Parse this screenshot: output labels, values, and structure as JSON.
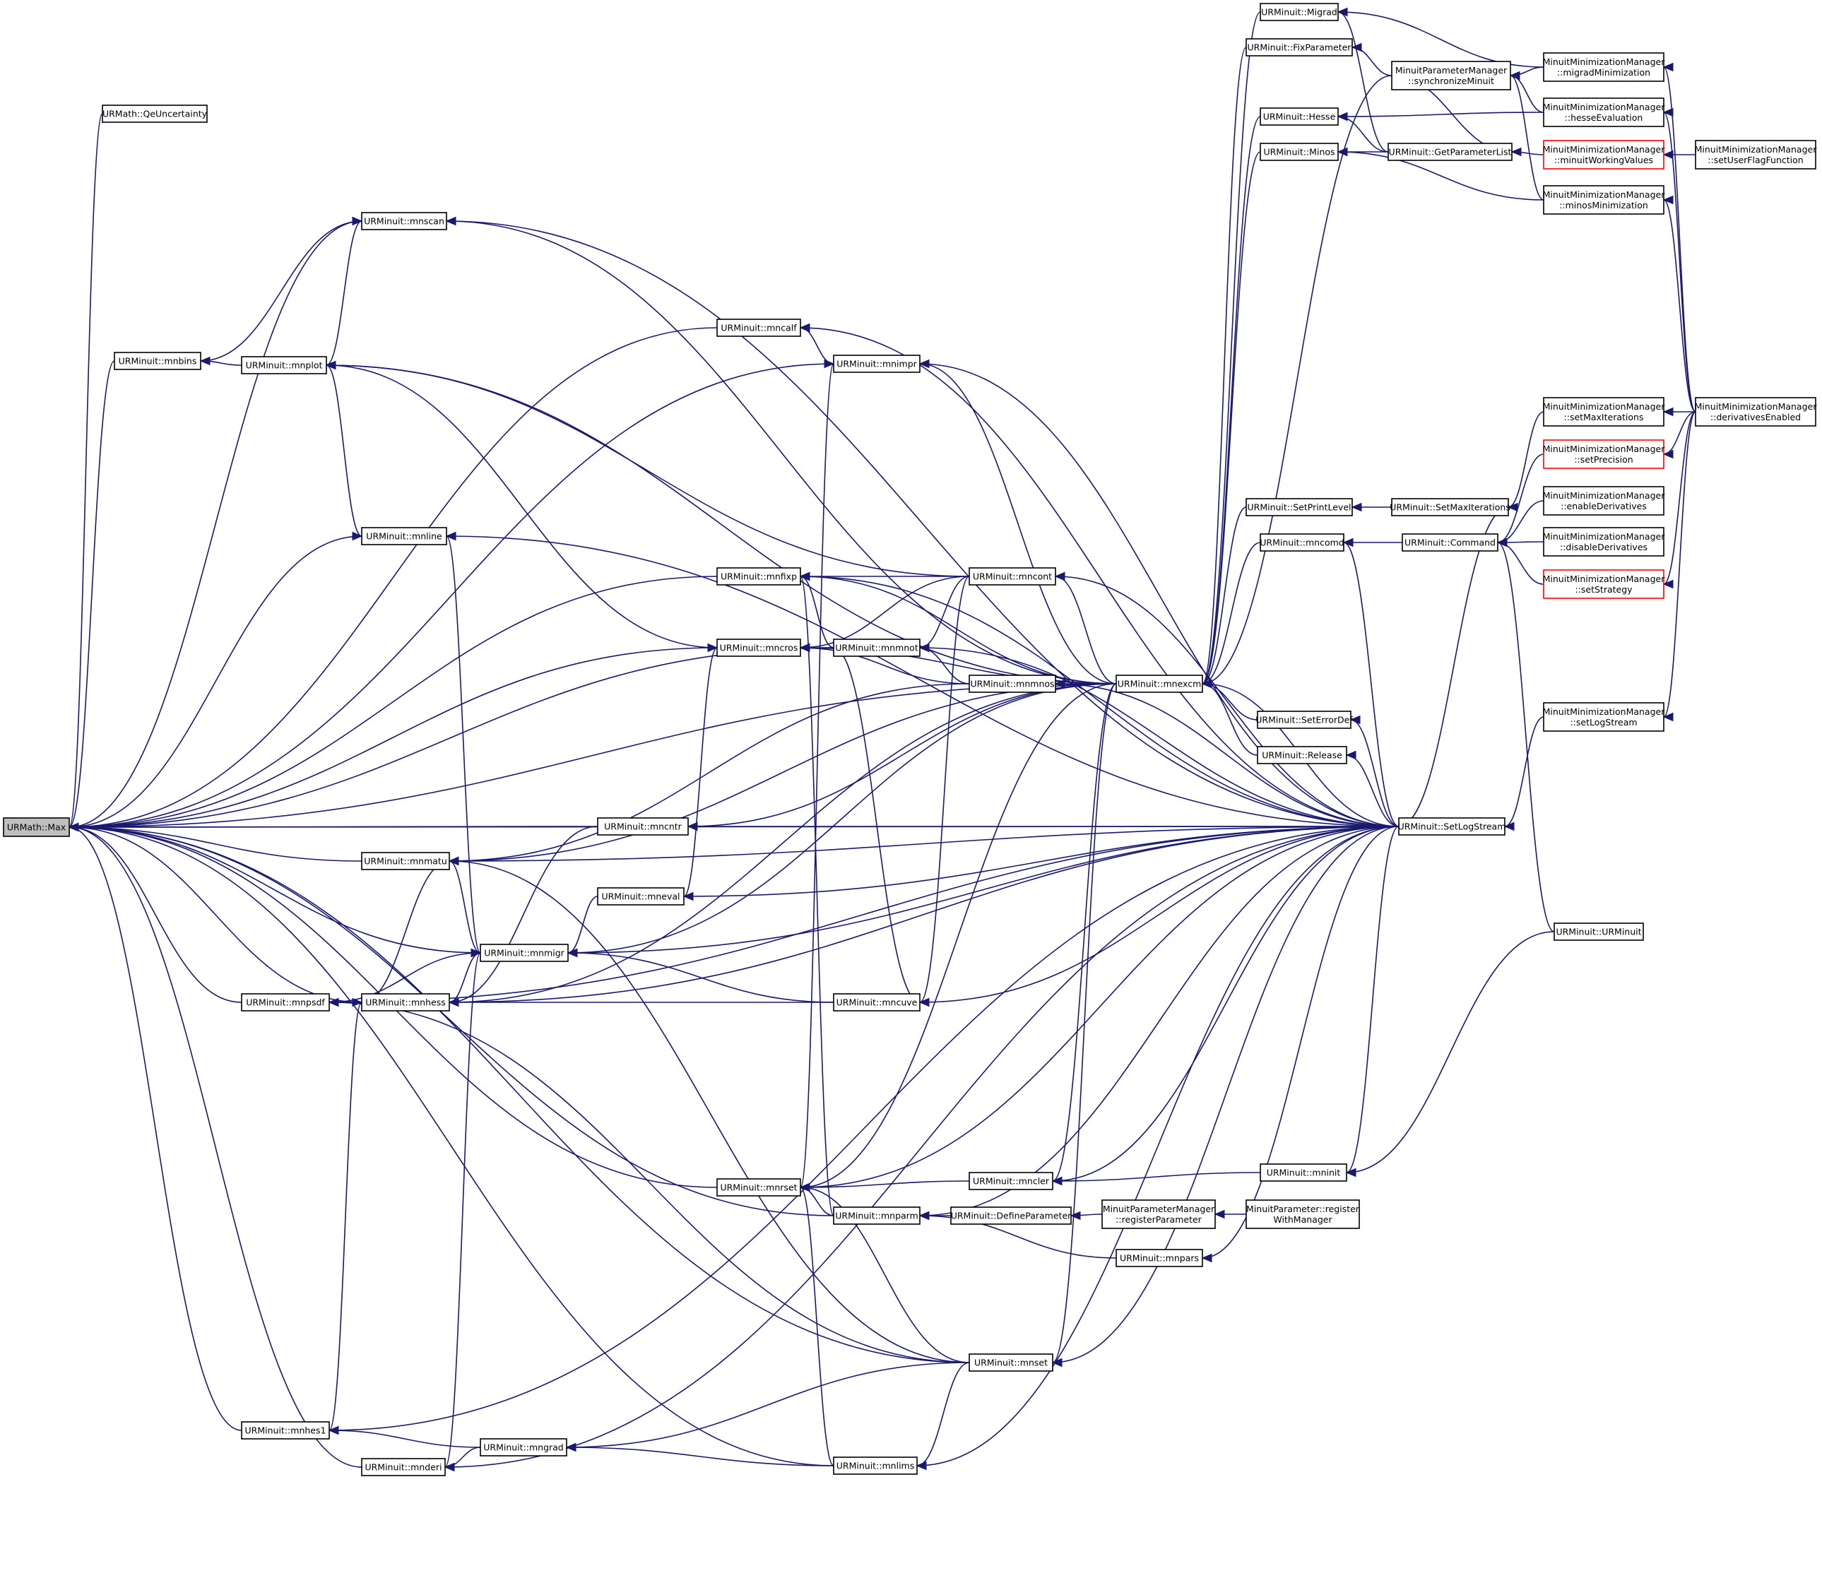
{
  "diagram": {
    "type": "call-graph",
    "colors": {
      "edge": "#191970",
      "node_border": "#000000",
      "root_fill": "#bfbfbf",
      "highlight_border": "#ff0000"
    },
    "nodes": [
      {
        "id": "max",
        "lines": [
          "URMath::Max"
        ],
        "root": true
      },
      {
        "id": "qe",
        "lines": [
          "URMath::QeUncertainty"
        ]
      },
      {
        "id": "mnscan",
        "lines": [
          "URMinuit::mnscan"
        ]
      },
      {
        "id": "mnbins",
        "lines": [
          "URMinuit::mnbins"
        ]
      },
      {
        "id": "mnplot",
        "lines": [
          "URMinuit::mnplot"
        ]
      },
      {
        "id": "mnline",
        "lines": [
          "URMinuit::mnline"
        ]
      },
      {
        "id": "mnmatu",
        "lines": [
          "URMinuit::mnmatu"
        ]
      },
      {
        "id": "mnmigr",
        "lines": [
          "URMinuit::mnmigr"
        ]
      },
      {
        "id": "mnpsdf",
        "lines": [
          "URMinuit::mnpsdf"
        ]
      },
      {
        "id": "mnhess",
        "lines": [
          "URMinuit::mnhess"
        ]
      },
      {
        "id": "mnhes1",
        "lines": [
          "URMinuit::mnhes1"
        ]
      },
      {
        "id": "mnderi",
        "lines": [
          "URMinuit::mnderi"
        ]
      },
      {
        "id": "mngrad",
        "lines": [
          "URMinuit::mngrad"
        ]
      },
      {
        "id": "mncalf",
        "lines": [
          "URMinuit::mncalf"
        ]
      },
      {
        "id": "mnimpr",
        "lines": [
          "URMinuit::mnimpr"
        ]
      },
      {
        "id": "mnfixp",
        "lines": [
          "URMinuit::mnfixp"
        ]
      },
      {
        "id": "mncros",
        "lines": [
          "URMinuit::mncros"
        ]
      },
      {
        "id": "mncntr",
        "lines": [
          "URMinuit::mncntr"
        ]
      },
      {
        "id": "mneval",
        "lines": [
          "URMinuit::mneval"
        ]
      },
      {
        "id": "mnrset",
        "lines": [
          "URMinuit::mnrset"
        ]
      },
      {
        "id": "mnparm",
        "lines": [
          "URMinuit::mnparm"
        ]
      },
      {
        "id": "mncuve",
        "lines": [
          "URMinuit::mncuve"
        ]
      },
      {
        "id": "mnmnot",
        "lines": [
          "URMinuit::mnmnot"
        ]
      },
      {
        "id": "mncont",
        "lines": [
          "URMinuit::mncont"
        ]
      },
      {
        "id": "mnmnos",
        "lines": [
          "URMinuit::mnmnos"
        ]
      },
      {
        "id": "mncler",
        "lines": [
          "URMinuit::mncler"
        ]
      },
      {
        "id": "mnset",
        "lines": [
          "URMinuit::mnset"
        ]
      },
      {
        "id": "mnlims",
        "lines": [
          "URMinuit::mnlims"
        ]
      },
      {
        "id": "defpar",
        "lines": [
          "URMinuit::DefineParameter"
        ]
      },
      {
        "id": "mnexcm",
        "lines": [
          "URMinuit::mnexcm"
        ]
      },
      {
        "id": "mnpars",
        "lines": [
          "URMinuit::mnpars"
        ]
      },
      {
        "id": "regpar",
        "lines": [
          "MinuitParameterManager",
          "::registerParameter"
        ]
      },
      {
        "id": "regwith",
        "lines": [
          "MinuitParameter::register",
          "WithManager"
        ]
      },
      {
        "id": "mninit",
        "lines": [
          "URMinuit::mninit"
        ]
      },
      {
        "id": "migrad",
        "lines": [
          "URMinuit::Migrad"
        ]
      },
      {
        "id": "fixpar",
        "lines": [
          "URMinuit::FixParameter"
        ]
      },
      {
        "id": "hesse",
        "lines": [
          "URMinuit::Hesse"
        ]
      },
      {
        "id": "minos",
        "lines": [
          "URMinuit::Minos"
        ]
      },
      {
        "id": "setprint",
        "lines": [
          "URMinuit::SetPrintLevel"
        ]
      },
      {
        "id": "mncomd",
        "lines": [
          "URMinuit::mncomd"
        ]
      },
      {
        "id": "seterrdef",
        "lines": [
          "URMinuit::SetErrorDef"
        ]
      },
      {
        "id": "release",
        "lines": [
          "URMinuit::Release"
        ]
      },
      {
        "id": "setlog",
        "lines": [
          "URMinuit::SetLogStream"
        ]
      },
      {
        "id": "urminuit",
        "lines": [
          "URMinuit::URMinuit"
        ]
      },
      {
        "id": "syncmin",
        "lines": [
          "MinuitParameterManager",
          "::synchronizeMinuit"
        ]
      },
      {
        "id": "getparlist",
        "lines": [
          "URMinuit::GetParameterList"
        ]
      },
      {
        "id": "setmaxit",
        "lines": [
          "URMinuit::SetMaxIterations"
        ]
      },
      {
        "id": "command",
        "lines": [
          "URMinuit::Command"
        ]
      },
      {
        "id": "migmin",
        "lines": [
          "MinuitMinimizationManager",
          "::migradMinimization"
        ]
      },
      {
        "id": "hesseval",
        "lines": [
          "MinuitMinimizationManager",
          "::hesseEvaluation"
        ]
      },
      {
        "id": "workval",
        "lines": [
          "MinuitMinimizationManager",
          "::minuitWorkingValues"
        ],
        "highlight": true
      },
      {
        "id": "minosmin",
        "lines": [
          "MinuitMinimizationManager",
          "::minosMinimization"
        ]
      },
      {
        "id": "mmsetmaxit",
        "lines": [
          "MinuitMinimizationManager",
          "::setMaxIterations"
        ]
      },
      {
        "id": "setprec",
        "lines": [
          "MinuitMinimizationManager",
          "::setPrecision"
        ],
        "highlight": true
      },
      {
        "id": "enderiv",
        "lines": [
          "MinuitMinimizationManager",
          "::enableDerivatives"
        ]
      },
      {
        "id": "disderiv",
        "lines": [
          "MinuitMinimizationManager",
          "::disableDerivatives"
        ]
      },
      {
        "id": "setstrat",
        "lines": [
          "MinuitMinimizationManager",
          "::setStrategy"
        ],
        "highlight": true
      },
      {
        "id": "mmsetlog",
        "lines": [
          "MinuitMinimizationManager",
          "::setLogStream"
        ]
      },
      {
        "id": "setuserflag",
        "lines": [
          "MinuitMinimizationManager",
          "::setUserFlagFunction"
        ]
      },
      {
        "id": "derivenabled",
        "lines": [
          "MinuitMinimizationManager",
          "::derivativesEnabled"
        ]
      }
    ],
    "edges": [
      [
        "qe",
        "max"
      ],
      [
        "mnscan",
        "max"
      ],
      [
        "mnbins",
        "max"
      ],
      [
        "mnline",
        "max"
      ],
      [
        "mnmatu",
        "max"
      ],
      [
        "mnmigr",
        "max"
      ],
      [
        "mnpsdf",
        "max"
      ],
      [
        "mnhess",
        "max"
      ],
      [
        "mnhes1",
        "max"
      ],
      [
        "mnderi",
        "max"
      ],
      [
        "mncalf",
        "max"
      ],
      [
        "mnimpr",
        "max"
      ],
      [
        "mnfixp",
        "max"
      ],
      [
        "mncros",
        "max"
      ],
      [
        "mncntr",
        "max"
      ],
      [
        "mnrset",
        "max"
      ],
      [
        "mnparm",
        "max"
      ],
      [
        "mnmnot",
        "max"
      ],
      [
        "mnset",
        "max"
      ],
      [
        "mnlims",
        "max"
      ],
      [
        "mnexcm",
        "max"
      ],
      [
        "setlog",
        "max"
      ],
      [
        "mnbins",
        "mnscan"
      ],
      [
        "mnplot",
        "mnscan"
      ],
      [
        "setlog",
        "mnscan"
      ],
      [
        "mnexcm",
        "mnscan"
      ],
      [
        "mnplot",
        "mnbins"
      ],
      [
        "mnplot",
        "mnline"
      ],
      [
        "mncros",
        "mnplot"
      ],
      [
        "mncont",
        "mnplot"
      ],
      [
        "mnexcm",
        "mnplot"
      ],
      [
        "mnmigr",
        "mnline"
      ],
      [
        "setlog",
        "mnline"
      ],
      [
        "mnmigr",
        "mnmatu"
      ],
      [
        "mnhess",
        "mnmatu"
      ],
      [
        "mnexcm",
        "mnmatu"
      ],
      [
        "setlog",
        "mnmatu"
      ],
      [
        "mnmnos",
        "mnmatu"
      ],
      [
        "mnset",
        "mnmatu"
      ],
      [
        "mnpsdf",
        "mnmigr"
      ],
      [
        "mnhess",
        "mnmigr"
      ],
      [
        "mneval",
        "mnmigr"
      ],
      [
        "mncuve",
        "mnmigr"
      ],
      [
        "mnexcm",
        "mnmigr"
      ],
      [
        "setlog",
        "mnmigr"
      ],
      [
        "mnderi",
        "mnmigr"
      ],
      [
        "mnhess",
        "mnpsdf"
      ],
      [
        "mnset",
        "mnpsdf"
      ],
      [
        "setlog",
        "mnpsdf"
      ],
      [
        "mnhes1",
        "mnhess"
      ],
      [
        "mncntr",
        "mnhess"
      ],
      [
        "mncuve",
        "mnhess"
      ],
      [
        "mnexcm",
        "mnhess"
      ],
      [
        "setlog",
        "mnhess"
      ],
      [
        "mngrad",
        "mnhes1"
      ],
      [
        "setlog",
        "mnhes1"
      ],
      [
        "mngrad",
        "mnderi"
      ],
      [
        "setlog",
        "mnderi"
      ],
      [
        "mnset",
        "mngrad"
      ],
      [
        "mnlims",
        "mngrad"
      ],
      [
        "mnimpr",
        "mncalf"
      ],
      [
        "setlog",
        "mncalf"
      ],
      [
        "setlog",
        "mnimpr"
      ],
      [
        "mnexcm",
        "mnimpr"
      ],
      [
        "mnrset",
        "mnimpr"
      ],
      [
        "mncont",
        "mnfixp"
      ],
      [
        "mnmnot",
        "mnfixp"
      ],
      [
        "mnparm",
        "mnfixp"
      ],
      [
        "mnexcm",
        "mnfixp"
      ],
      [
        "setlog",
        "mnfixp"
      ],
      [
        "mnmnot",
        "mncros"
      ],
      [
        "mncont",
        "mncros"
      ],
      [
        "mnexcm",
        "mncros"
      ],
      [
        "mneval",
        "mncros"
      ],
      [
        "mnmnos",
        "mncros"
      ],
      [
        "mnexcm",
        "mncntr"
      ],
      [
        "setlog",
        "mncntr"
      ],
      [
        "setlog",
        "mneval"
      ],
      [
        "mnparm",
        "mnrset"
      ],
      [
        "mncler",
        "mnrset"
      ],
      [
        "mnset",
        "mnrset"
      ],
      [
        "mnlims",
        "mnrset"
      ],
      [
        "setlog",
        "mnrset"
      ],
      [
        "mnexcm",
        "mnrset"
      ],
      [
        "defpar",
        "mnparm"
      ],
      [
        "mnpars",
        "mnparm"
      ],
      [
        "setlog",
        "mnparm"
      ],
      [
        "setlog",
        "mncuve"
      ],
      [
        "mnmnot",
        "mncuve"
      ],
      [
        "mncont",
        "mncuve"
      ],
      [
        "mnmnos",
        "mnmnot"
      ],
      [
        "setlog",
        "mnmnot"
      ],
      [
        "mncont",
        "mnmnot"
      ],
      [
        "mnexcm",
        "mncont"
      ],
      [
        "setlog",
        "mncont"
      ],
      [
        "mnexcm",
        "mnmnos"
      ],
      [
        "setlog",
        "mnmnos"
      ],
      [
        "mninit",
        "mncler"
      ],
      [
        "mnexcm",
        "mncler"
      ],
      [
        "setlog",
        "mncler"
      ],
      [
        "setlog",
        "mnset"
      ],
      [
        "mnexcm",
        "mnset"
      ],
      [
        "mnset",
        "mnlims"
      ],
      [
        "setlog",
        "mnlims"
      ],
      [
        "regpar",
        "defpar"
      ],
      [
        "regwith",
        "regpar"
      ],
      [
        "setlog",
        "mnpars"
      ],
      [
        "migrad",
        "mnexcm"
      ],
      [
        "fixpar",
        "mnexcm"
      ],
      [
        "hesse",
        "mnexcm"
      ],
      [
        "minos",
        "mnexcm"
      ],
      [
        "setprint",
        "mnexcm"
      ],
      [
        "mncomd",
        "mnexcm"
      ],
      [
        "seterrdef",
        "mnexcm"
      ],
      [
        "release",
        "mnexcm"
      ],
      [
        "setlog",
        "mnexcm"
      ],
      [
        "syncmin",
        "mnexcm"
      ],
      [
        "urminuit",
        "mninit"
      ],
      [
        "setlog",
        "mninit"
      ],
      [
        "syncmin",
        "fixpar"
      ],
      [
        "getparlist",
        "migrad"
      ],
      [
        "getparlist",
        "hesse"
      ],
      [
        "getparlist",
        "minos"
      ],
      [
        "migmin",
        "migrad"
      ],
      [
        "hesseval",
        "hesse"
      ],
      [
        "minosmin",
        "minos"
      ],
      [
        "setmaxit",
        "setprint"
      ],
      [
        "command",
        "mncomd"
      ],
      [
        "setlog",
        "mncomd"
      ],
      [
        "setlog",
        "seterrdef"
      ],
      [
        "setlog",
        "release"
      ],
      [
        "mmsetlog",
        "setlog"
      ],
      [
        "urminuit",
        "command"
      ],
      [
        "migmin",
        "syncmin"
      ],
      [
        "hesseval",
        "syncmin"
      ],
      [
        "minosmin",
        "syncmin"
      ],
      [
        "syncmin",
        "getparlist"
      ],
      [
        "workval",
        "getparlist"
      ],
      [
        "mmsetmaxit",
        "setmaxit"
      ],
      [
        "setlog",
        "setmaxit"
      ],
      [
        "setprec",
        "command"
      ],
      [
        "enderiv",
        "command"
      ],
      [
        "disderiv",
        "command"
      ],
      [
        "setstrat",
        "command"
      ],
      [
        "derivenabled",
        "migmin"
      ],
      [
        "derivenabled",
        "hesseval"
      ],
      [
        "setuserflag",
        "workval"
      ],
      [
        "derivenabled",
        "minosmin"
      ],
      [
        "derivenabled",
        "mmsetmaxit"
      ],
      [
        "derivenabled",
        "setprec"
      ],
      [
        "derivenabled",
        "setstrat"
      ],
      [
        "derivenabled",
        "mmsetlog"
      ]
    ]
  }
}
